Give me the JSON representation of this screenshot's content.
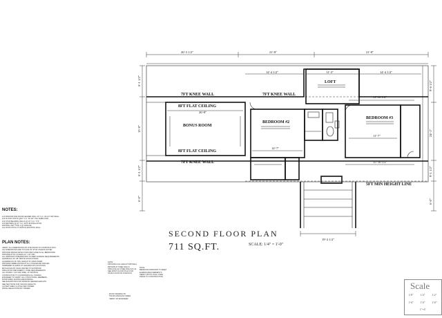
{
  "plan": {
    "title": "SECOND FLOOR PLAN",
    "sqft": "711 SQ.FT.",
    "scale": "SCALE: 1/4\" = 1'-0\""
  },
  "rooms": {
    "knee_wall_left": "7FT KNEE WALL",
    "knee_wall_mid": "7FT KNEE WALL",
    "flat_ceiling_top": "8FT FLAT CEILING",
    "bonus_room": "BONUS ROOM",
    "flat_ceiling_bottom": "8FT FLAT CEILING",
    "knee_wall_bottom": "7FT KNEE WALL",
    "bedroom2": "BEDROOM #2",
    "loft": "LOFT",
    "bedroom3": "BEDROOM #3",
    "min_height": "5FT MIN HEIGHT LINE"
  },
  "dimensions": {
    "top_1": "26'-3 1/2\"",
    "top_2": "21'-8\"",
    "top_3": "21'-8\"",
    "loft_w1": "14'-4 1/2\"",
    "loft_w2": "11'-3\"",
    "loft_w3": "14'-4 1/2\"",
    "bonus_w": "26'-8\"",
    "bed3_w": "11'-10 1/2\"",
    "bed3_w2": "11'-7\"",
    "hall_w": "14'-7\"",
    "bed2_w": "15'-10 1/2\"",
    "bottom_1": "19'-2 1/2\"",
    "left_v1": "6'-1 1/2\"",
    "left_v2": "15'-0\"",
    "left_v3": "6'-1 1/2\"",
    "left_v4": "6'-0\"",
    "right_v1": "9'-6 1/2\"",
    "right_v2": "24'-1\"",
    "right_v3": "9'-1 1/2\"",
    "right_v4": "6'-0\""
  },
  "notes": {
    "notes_heading": "NOTES:",
    "notes_lines": [
      "2x4 WINDOW AND DOOR HEADER WALL 16\" O.C. W/ 1/2\" DRYWALL",
      "2x6 FLOOR JOISTS @16\" O.C. W/ 3/4\" T&G SUBFLOOR",
      "2x6 STUD BEARING WALLS @ 16\" O.C. TYP.",
      "2x6 RAFTERS @ 16\" O.C. W/ R-38 INSULATION",
      "DRYWALL 5/8\" TYPE X @ GARAGE",
      "ALL ROOF PITCH TO MATCH EXISTING WALL"
    ],
    "plan_notes_heading": "PLAN NOTES:",
    "plan_notes_lines": [
      "VERIFY ALL DIMENSIONS ON SITE PRIOR TO CONSTRUCTION.",
      "ALL DIMENSIONS ARE TO FACE OF STUD UNLESS NOTED.",
      "PROVIDE SMOKE DETECTORS PER CODE IN ALL BEDROOMS.",
      "PROVIDE ATTIC ACCESS 22\" x 30\" MIN.",
      "ALL WINDOWS IN BEDROOMS TO MEET EGRESS REQUIREMENTS.",
      "HANDRAILS 34\"-38\" ABOVE STAIR NOSING.",
      "GUARDRAILS 36\" MIN. HEIGHT AT OPEN SIDES.",
      "PROVIDE FIREBLOCKING AT ALL CONCEALED SPACES.",
      "TEMPERED GLAZING AT HAZARDOUS LOCATIONS.",
      "BATH EXHAUST FANS VENTED TO EXTERIOR.",
      "INSULATION PER ENERGY CODE REQUIREMENTS.",
      "ALL STAIRS 7 3/4\" MAX RISE, 10\" MIN RUN.",
      "CONTRACTOR TO COORDINATE ALL TRADES.",
      "ENGINEER TO VERIFY ALL STRUCTURAL MEMBERS.",
      "DOOR SIZES SHOWN ARE NOMINAL.",
      "SEE ELEVATIONS FOR WINDOW HEADER HEIGHTS.",
      "SEE SECTIONS FOR CEILING HEIGHTS.",
      "CLOSET SHELF & POLE PER OWNER.",
      "FINISH SELECTIONS BY OWNER."
    ],
    "mid_block": [
      "NOTE:",
      "PROVIDE FULL HEIGHT DRYWALL",
      "RETURN AT KNEE WALLS",
      "INSULATE ALL KNEE WALLS R-19",
      "SEE FIRST FLOOR PLAN FOR",
      "STAIR LOCATION & DETAILS"
    ],
    "right_block": [
      "NOTE:",
      "BEDROOM WINDOWS TO MEET",
      "EGRESS REQUIREMENTS",
      "VERIFY WITH LOCAL CODE",
      "PRIOR TO CONSTRUCTION"
    ],
    "bottom_block": [
      "ROOF FRAMING BY",
      "TRUSS MANUFACTURER",
      "VERIFY W/ ENGINEER"
    ]
  },
  "scale_box": {
    "title": "Scale",
    "values": [
      "1/8\"",
      "1/4\"",
      "1/2\""
    ],
    "units": [
      "1'-0\"",
      "1'-0\"",
      "1'-0\""
    ],
    "bottom": "1\"=4'"
  }
}
